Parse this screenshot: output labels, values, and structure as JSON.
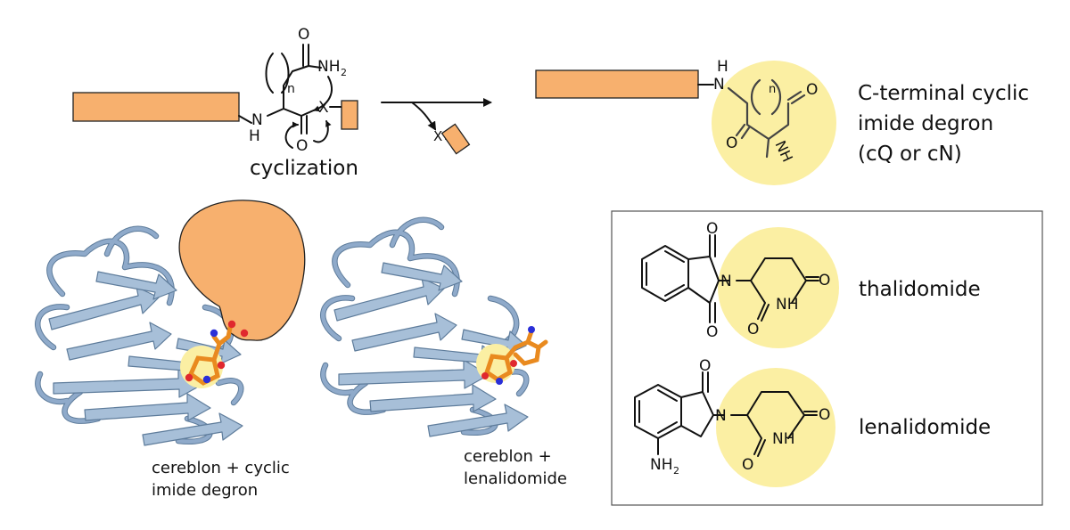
{
  "colors": {
    "peptide": "#F7B06E",
    "halo": "#FBEFA3",
    "protein": "#A7BFD8",
    "ligand": "#E98A1F",
    "oxygen": "#E0282E",
    "nitrogen": "#2A2FD8"
  },
  "reaction": {
    "caption": "cyclization",
    "atoms": {
      "o_top": "O",
      "nh2": "NH",
      "nh2_sub": "2",
      "n_label": "n",
      "x_leaving": "X",
      "o_bottom": "O",
      "nh_h": "H",
      "nh_n": "N",
      "x_released": "X"
    }
  },
  "product": {
    "atoms": {
      "h": "H",
      "n": "N",
      "o_right": "O",
      "o_left": "O",
      "nh": "NH",
      "n_label": "n"
    },
    "label_line1": "C-terminal cyclic",
    "label_line2": "imide degron",
    "label_line3": "(cQ or cN)"
  },
  "structures": {
    "left_caption_line1": "cereblon + cyclic",
    "left_caption_line2": "imide degron",
    "right_caption_line1": "cereblon +",
    "right_caption_line2": "lenalidomide"
  },
  "drugs": {
    "thalidomide": {
      "name": "thalidomide",
      "atoms": {
        "o_top": "O",
        "n": "N",
        "o_bottom": "O",
        "o_right": "O",
        "nh": "NH",
        "o_left": "O"
      }
    },
    "lenalidomide": {
      "name": "lenalidomide",
      "atoms": {
        "o_top": "O",
        "n": "N",
        "nh2": "NH",
        "nh2_sub": "2",
        "o_right": "O",
        "nh": "NH",
        "o_left": "O"
      }
    }
  }
}
